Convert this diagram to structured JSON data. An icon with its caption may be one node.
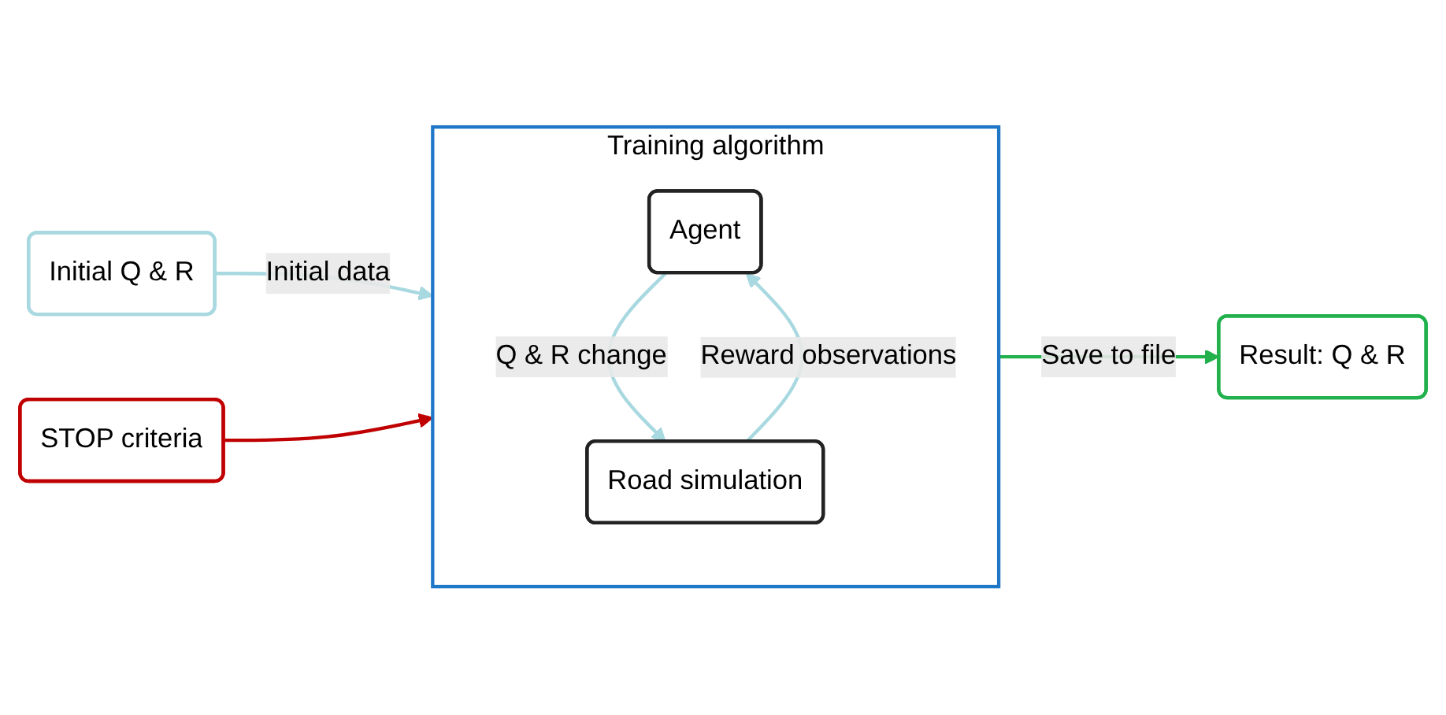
{
  "diagram": {
    "nodes": [
      {
        "text": [
          "Initial Q & R"
        ]
      },
      {
        "text": [
          "Training algorithm"
        ]
      },
      {
        "text": [
          "Agent"
        ],
        "in": 1
      },
      {
        "text": [
          "Road simulation"
        ],
        "in": 1
      },
      {
        "text": [
          "STOP criteria"
        ]
      },
      {
        "text": [
          "Result: Q & R"
        ]
      }
    ],
    "edges": [
      {
        "from": 0,
        "to": 1,
        "arrow": "to",
        "label": "Initial data"
      },
      {
        "from": 2,
        "to": 3,
        "arrow": "to",
        "label": "Q & R change"
      },
      {
        "from": 3,
        "to": 2,
        "arrow": "to",
        "label": "Reward observations"
      },
      {
        "from": 1,
        "to": 5,
        "arrow": "to",
        "label": "Save to file",
        "color": "#22b14c"
      },
      {
        "from": 4,
        "to": 1,
        "arrow": "to",
        "color": "#c00000"
      }
    ]
  }
}
